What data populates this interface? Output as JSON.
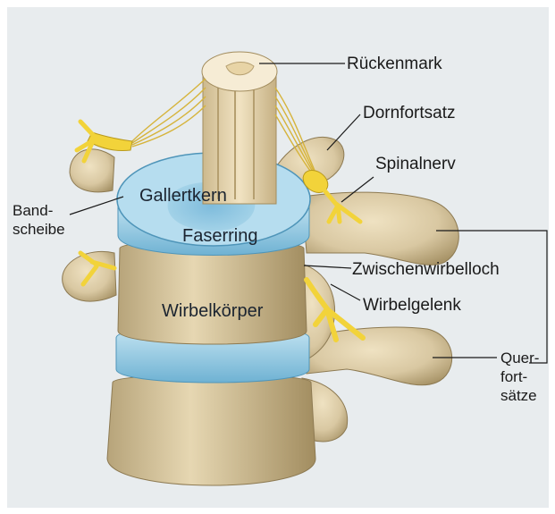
{
  "labels": {
    "rueckenmark": "Rückenmark",
    "dornfortsatz": "Dornfortsatz",
    "spinalnerv": "Spinalnerv",
    "bandscheibe_l1": "Band-",
    "bandscheibe_l2": "scheibe",
    "gallertkern": "Gallertkern",
    "faserring": "Faserring",
    "zwischenwirbelloch": "Zwischenwirbelloch",
    "wirbelgelenk": "Wirbelgelenk",
    "wirbelkoerper": "Wirbelkörper",
    "querfortsaetze_l1": "Quer-",
    "querfortsaetze_l2": "fort-",
    "querfortsaetze_l3": "sätze"
  },
  "colors": {
    "background": "#e8ecee",
    "bone": "#d9c8a2",
    "bone_shadow": "#a89468",
    "disc": "#9fd0e6",
    "disc_dark": "#5aa4c8",
    "nerve": "#f2d33a",
    "spinal_cord": "#e9d7b0"
  }
}
